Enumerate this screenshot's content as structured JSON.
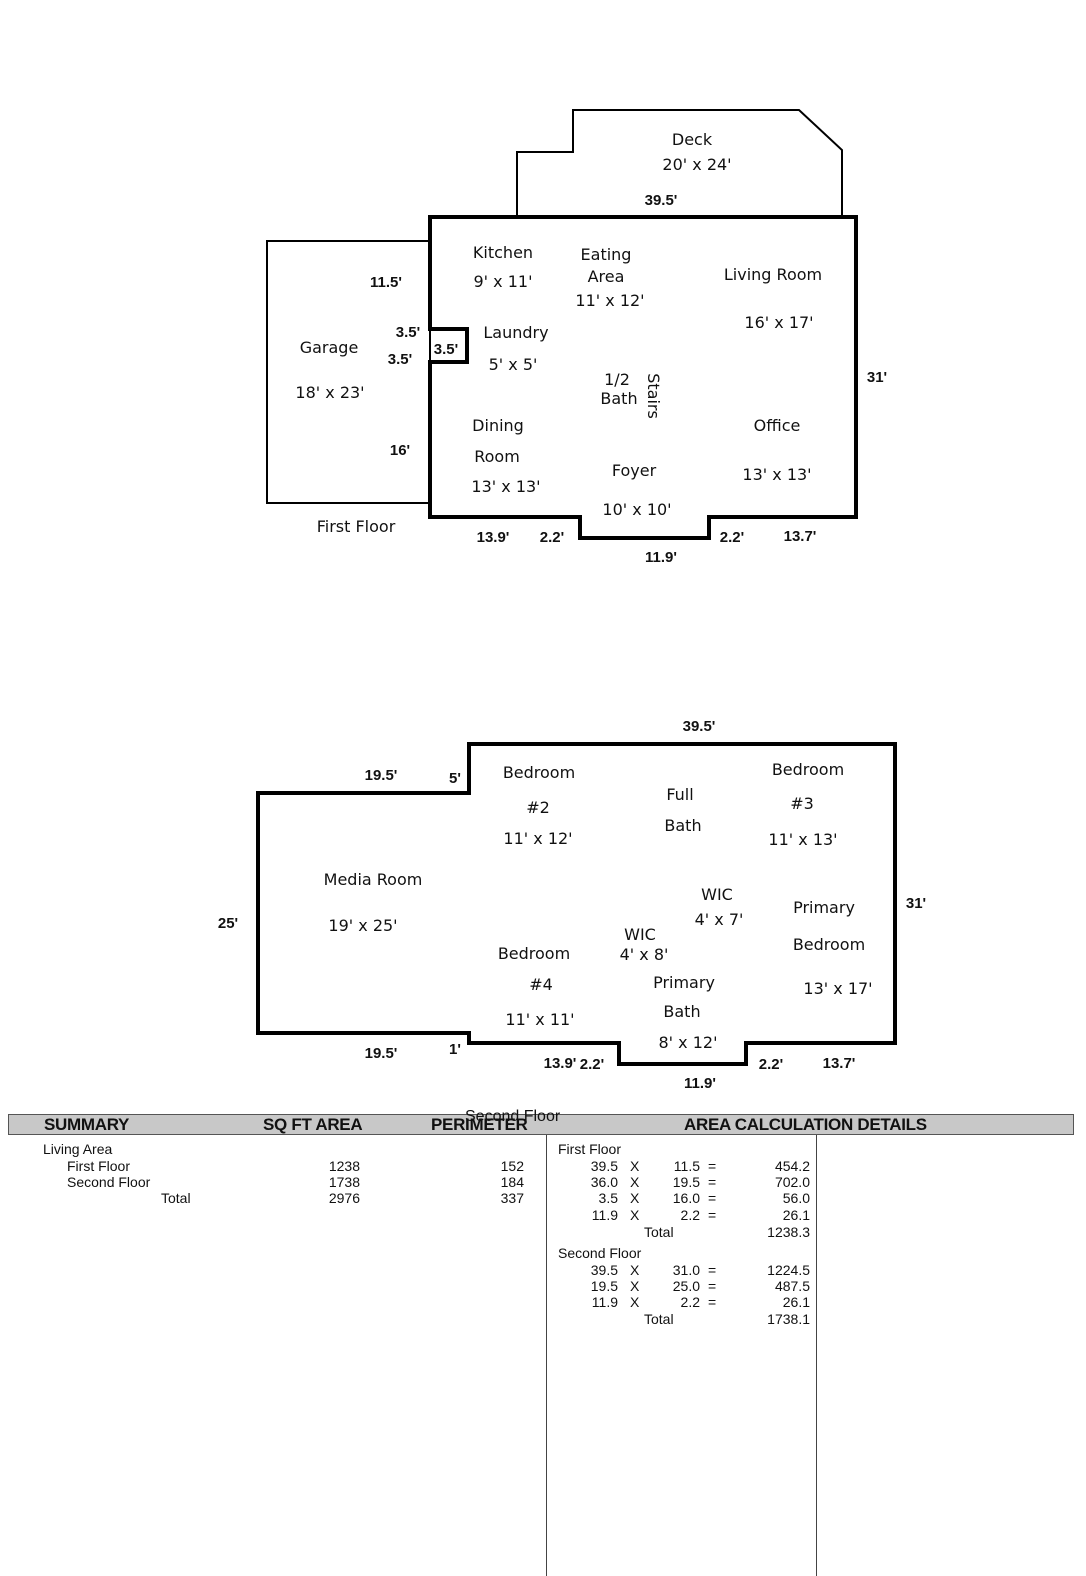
{
  "first_floor": {
    "caption": "First Floor",
    "rooms": {
      "deck": {
        "name": "Deck",
        "size": "20' x 24'"
      },
      "kitchen": {
        "name": "Kitchen",
        "size": "9' x 11'"
      },
      "eating": {
        "name1": "Eating",
        "name2": "Area",
        "size": "11' x 12'"
      },
      "living": {
        "name": "Living Room",
        "size": "16' x 17'"
      },
      "garage": {
        "name": "Garage",
        "size": "18' x 23'"
      },
      "laundry": {
        "name": "Laundry",
        "size": "5' x 5'"
      },
      "halfbath": {
        "name1": "1/2",
        "name2": "Bath"
      },
      "stairs": {
        "name": "Stairs"
      },
      "dining": {
        "name1": "Dining",
        "name2": "Room",
        "size": "13' x 13'"
      },
      "office": {
        "name": "Office",
        "size": "13' x 13'"
      },
      "foyer": {
        "name": "Foyer",
        "size": "10' x 10'"
      }
    },
    "dims": {
      "top": "39.5'",
      "garage_top": "11.5'",
      "notch_a": "3.5'",
      "notch_b": "3.5'",
      "notch_c": "3.5'",
      "garage_bottom": "16'",
      "right": "31'",
      "bottom_left": "13.9'",
      "bottom_step_left": "2.2'",
      "bottom_mid": "11.9'",
      "bottom_step_right": "2.2'",
      "bottom_right": "13.7'"
    }
  },
  "second_floor": {
    "caption": "Second Floor",
    "rooms": {
      "bed2": {
        "name1": "Bedroom",
        "name2": "#2",
        "size": "11' x 12'"
      },
      "fullbath": {
        "name1": "Full",
        "name2": "Bath"
      },
      "bed3": {
        "name1": "Bedroom",
        "name2": "#3",
        "size": "11' x 13'"
      },
      "media": {
        "name": "Media Room",
        "size": "19' x 25'"
      },
      "wic1": {
        "name": "WIC",
        "size": "4' x 7'"
      },
      "primarybed": {
        "name1": "Primary",
        "name2": "Bedroom",
        "size": "13' x 17'"
      },
      "wic2": {
        "name": "WIC",
        "size": "4' x 8'"
      },
      "bed4": {
        "name1": "Bedroom",
        "name2": "#4",
        "size": "11' x 11'"
      },
      "primarybath": {
        "name1": "Primary",
        "name2": "Bath",
        "size": "8' x 12'"
      }
    },
    "dims": {
      "top": "39.5'",
      "left_top": "19.5'",
      "step_top": "5'",
      "left": "25'",
      "right": "31'",
      "left_bottom": "19.5'",
      "step_bottom": "1'",
      "bottom_left": "13.9'",
      "bottom_step_left": "2.2'",
      "bottom_mid": "11.9'",
      "bottom_step_right": "2.2'",
      "bottom_right": "13.7'"
    }
  },
  "summary": {
    "headers": {
      "summary": "SUMMARY",
      "area": "SQ FT AREA",
      "perimeter": "PERIMETER",
      "details": "AREA CALCULATION DETAILS"
    },
    "living_area": "Living Area",
    "rows": [
      {
        "label": "First Floor",
        "area": "1238",
        "perimeter": "152"
      },
      {
        "label": "Second Floor",
        "area": "1738",
        "perimeter": "184"
      }
    ],
    "total": {
      "label": "Total",
      "area": "2976",
      "perimeter": "337"
    }
  },
  "calc": {
    "x": "X",
    "eq": "=",
    "total_label": "Total",
    "groups": [
      {
        "title": "First Floor",
        "rows": [
          {
            "a": "39.5",
            "b": "11.5",
            "r": "454.2"
          },
          {
            "a": "36.0",
            "b": "19.5",
            "r": "702.0"
          },
          {
            "a": "3.5",
            "b": "16.0",
            "r": "56.0"
          },
          {
            "a": "11.9",
            "b": "2.2",
            "r": "26.1"
          }
        ],
        "total": "1238.3"
      },
      {
        "title": "Second Floor",
        "rows": [
          {
            "a": "39.5",
            "b": "31.0",
            "r": "1224.5"
          },
          {
            "a": "19.5",
            "b": "25.0",
            "r": "487.5"
          },
          {
            "a": "11.9",
            "b": "2.2",
            "r": "26.1"
          }
        ],
        "total": "1738.1"
      }
    ]
  }
}
